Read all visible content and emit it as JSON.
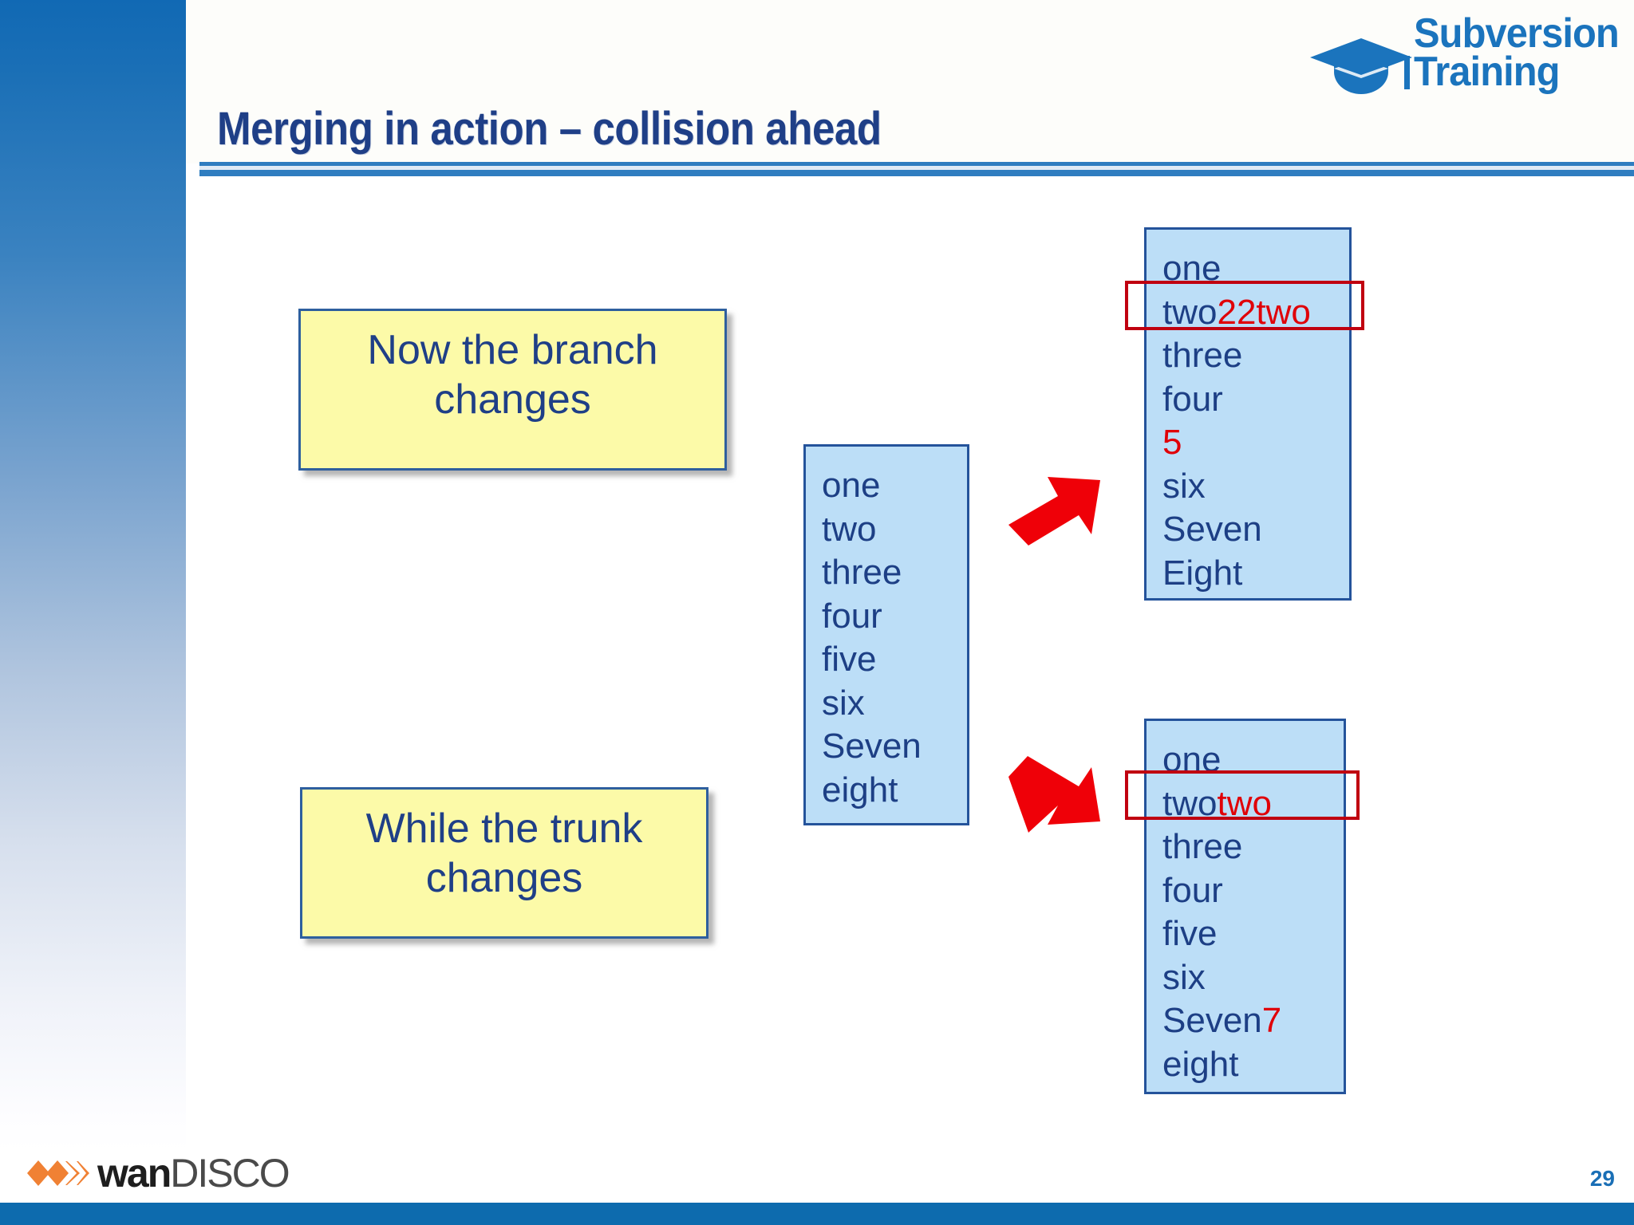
{
  "slide": {
    "title": "Merging in action – collision ahead",
    "page_number": "29",
    "accent_blue": "#1f3f87",
    "rule_blue": "#2f7dc0",
    "footer_blue": "#0d6bae",
    "callout_yellow": "#fcfaa8",
    "filebox_blue": "#bcdef7",
    "conflict_red": "#c00010",
    "arrow_red": "#ef0008"
  },
  "brand": {
    "training_logo_line1": "Subversion",
    "training_logo_line2": "Training",
    "footer_logo_bold": "wan",
    "footer_logo_light": "DISCO"
  },
  "callouts": {
    "branch": {
      "line1": "Now the branch",
      "line2": "changes"
    },
    "trunk": {
      "line1": "While the trunk",
      "line2": "changes"
    }
  },
  "fileboxes": {
    "base": {
      "name": "original-file",
      "lines": [
        {
          "text": "one",
          "added": ""
        },
        {
          "text": "two",
          "added": ""
        },
        {
          "text": "three",
          "added": ""
        },
        {
          "text": "four",
          "added": ""
        },
        {
          "text": "five",
          "added": ""
        },
        {
          "text": "six",
          "added": ""
        },
        {
          "text": "Seven",
          "added": ""
        },
        {
          "text": "eight",
          "added": ""
        }
      ]
    },
    "branch": {
      "name": "branch-file",
      "lines": [
        {
          "text": "one",
          "added": ""
        },
        {
          "text": "two",
          "added": "22two"
        },
        {
          "text": "three",
          "added": ""
        },
        {
          "text": "four",
          "added": ""
        },
        {
          "text": "",
          "added": "5"
        },
        {
          "text": "six",
          "added": ""
        },
        {
          "text": "Seven",
          "added": ""
        },
        {
          "text": "Eight",
          "added": ""
        }
      ]
    },
    "trunk": {
      "name": "trunk-file",
      "lines": [
        {
          "text": "one",
          "added": ""
        },
        {
          "text": "two",
          "added": "two"
        },
        {
          "text": "three",
          "added": ""
        },
        {
          "text": "four",
          "added": ""
        },
        {
          "text": "five",
          "added": ""
        },
        {
          "text": "six",
          "added": ""
        },
        {
          "text": "Seven",
          "added": "7"
        },
        {
          "text": "eight",
          "added": ""
        }
      ]
    }
  },
  "annotations": {
    "conflict_branch_line": "two22two",
    "conflict_trunk_line": "twotwo",
    "arrow_up_label": "merge-to-branch-arrow",
    "arrow_down_label": "merge-to-trunk-arrow"
  }
}
